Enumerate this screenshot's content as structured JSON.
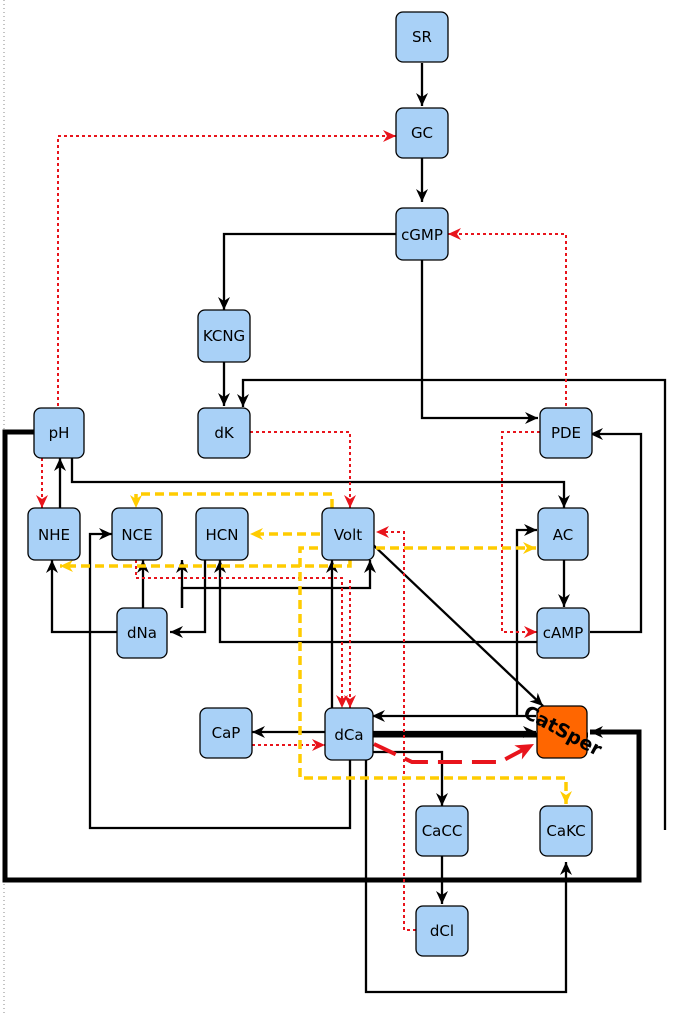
{
  "diagram": {
    "colors": {
      "node_fill": "#a9d1f7",
      "catsper_fill": "#ff6600",
      "activation": "#000000",
      "inhibition": "#e8141c",
      "yellow_link": "#ffcc00"
    },
    "nodes": {
      "SR": "SR",
      "GC": "GC",
      "cGMP": "cGMP",
      "KCNG": "KCNG",
      "dK": "dK",
      "pH": "pH",
      "PDE": "PDE",
      "NHE": "NHE",
      "NCE": "NCE",
      "HCN": "HCN",
      "Volt": "Volt",
      "AC": "AC",
      "dNa": "dNa",
      "cAMP": "cAMP",
      "CaP": "CaP",
      "dCa": "dCa",
      "CatSper": "CatSper",
      "CaCC": "CaCC",
      "CaKC": "CaKC",
      "dCl": "dCl"
    }
  }
}
